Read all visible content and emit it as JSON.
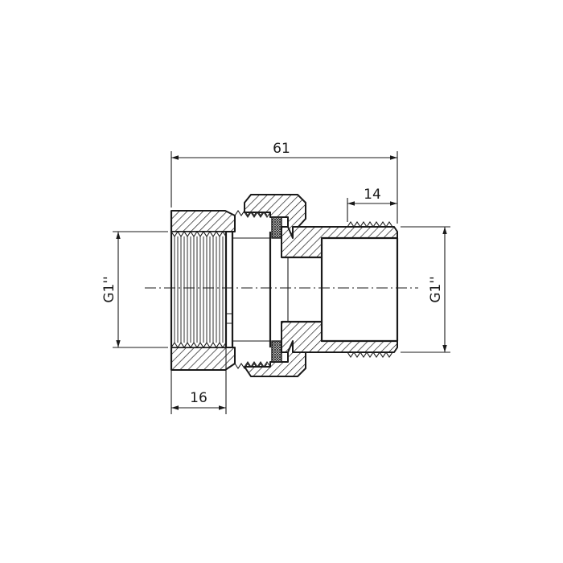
{
  "dimensions": {
    "overall_length": "61",
    "thread_length_right": "14",
    "thread_length_left": "16",
    "left_thread_size": "G1''",
    "right_thread_size": "G1''"
  }
}
